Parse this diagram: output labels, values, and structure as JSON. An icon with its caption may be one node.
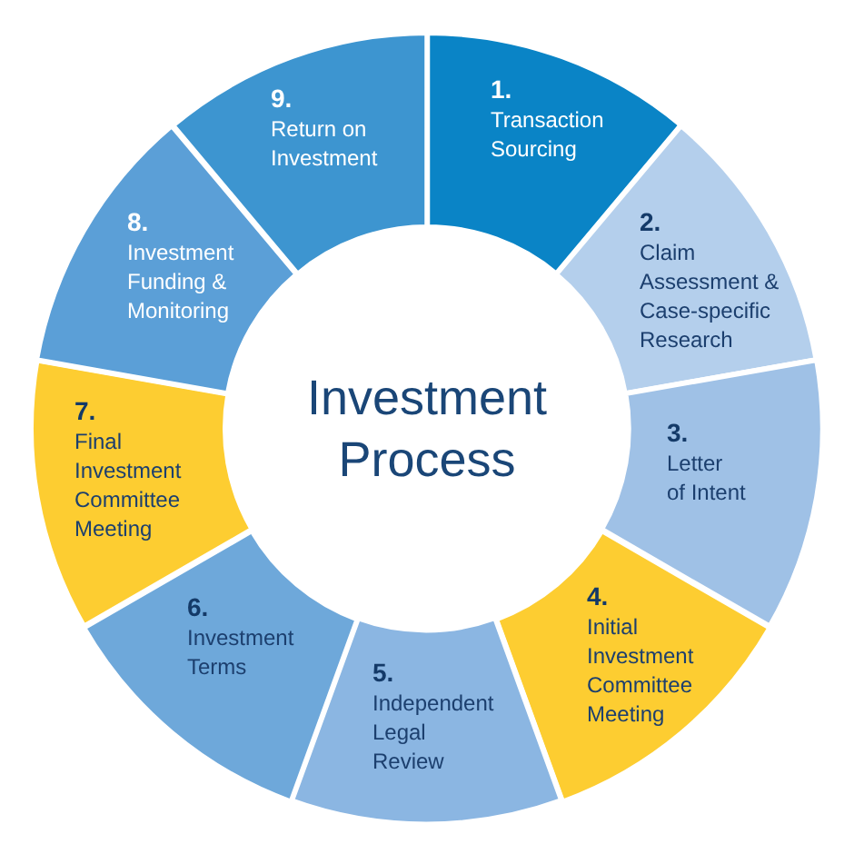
{
  "diagram": {
    "nodes": [
      {
        "text": [
          "1.",
          "Transaction Sourcing"
        ]
      },
      {
        "text": [
          "2.",
          "Claim Assessment & Case-specific Research"
        ]
      },
      {
        "text": [
          "3.",
          "Letter of Intent"
        ]
      },
      {
        "text": [
          "4.",
          "Initial Investment Committee Meeting"
        ]
      },
      {
        "text": [
          "5.",
          "Independent Legal Review"
        ]
      },
      {
        "text": [
          "6.",
          "Investment Terms"
        ]
      },
      {
        "text": [
          "7.",
          "Final Investment Committee Meeting"
        ]
      },
      {
        "text": [
          "8.",
          "Investment Funding & Monitoring"
        ]
      },
      {
        "text": [
          "9.",
          "Return on Investment"
        ]
      },
      {
        "text": [
          "Investment Process"
        ]
      }
    ]
  }
}
